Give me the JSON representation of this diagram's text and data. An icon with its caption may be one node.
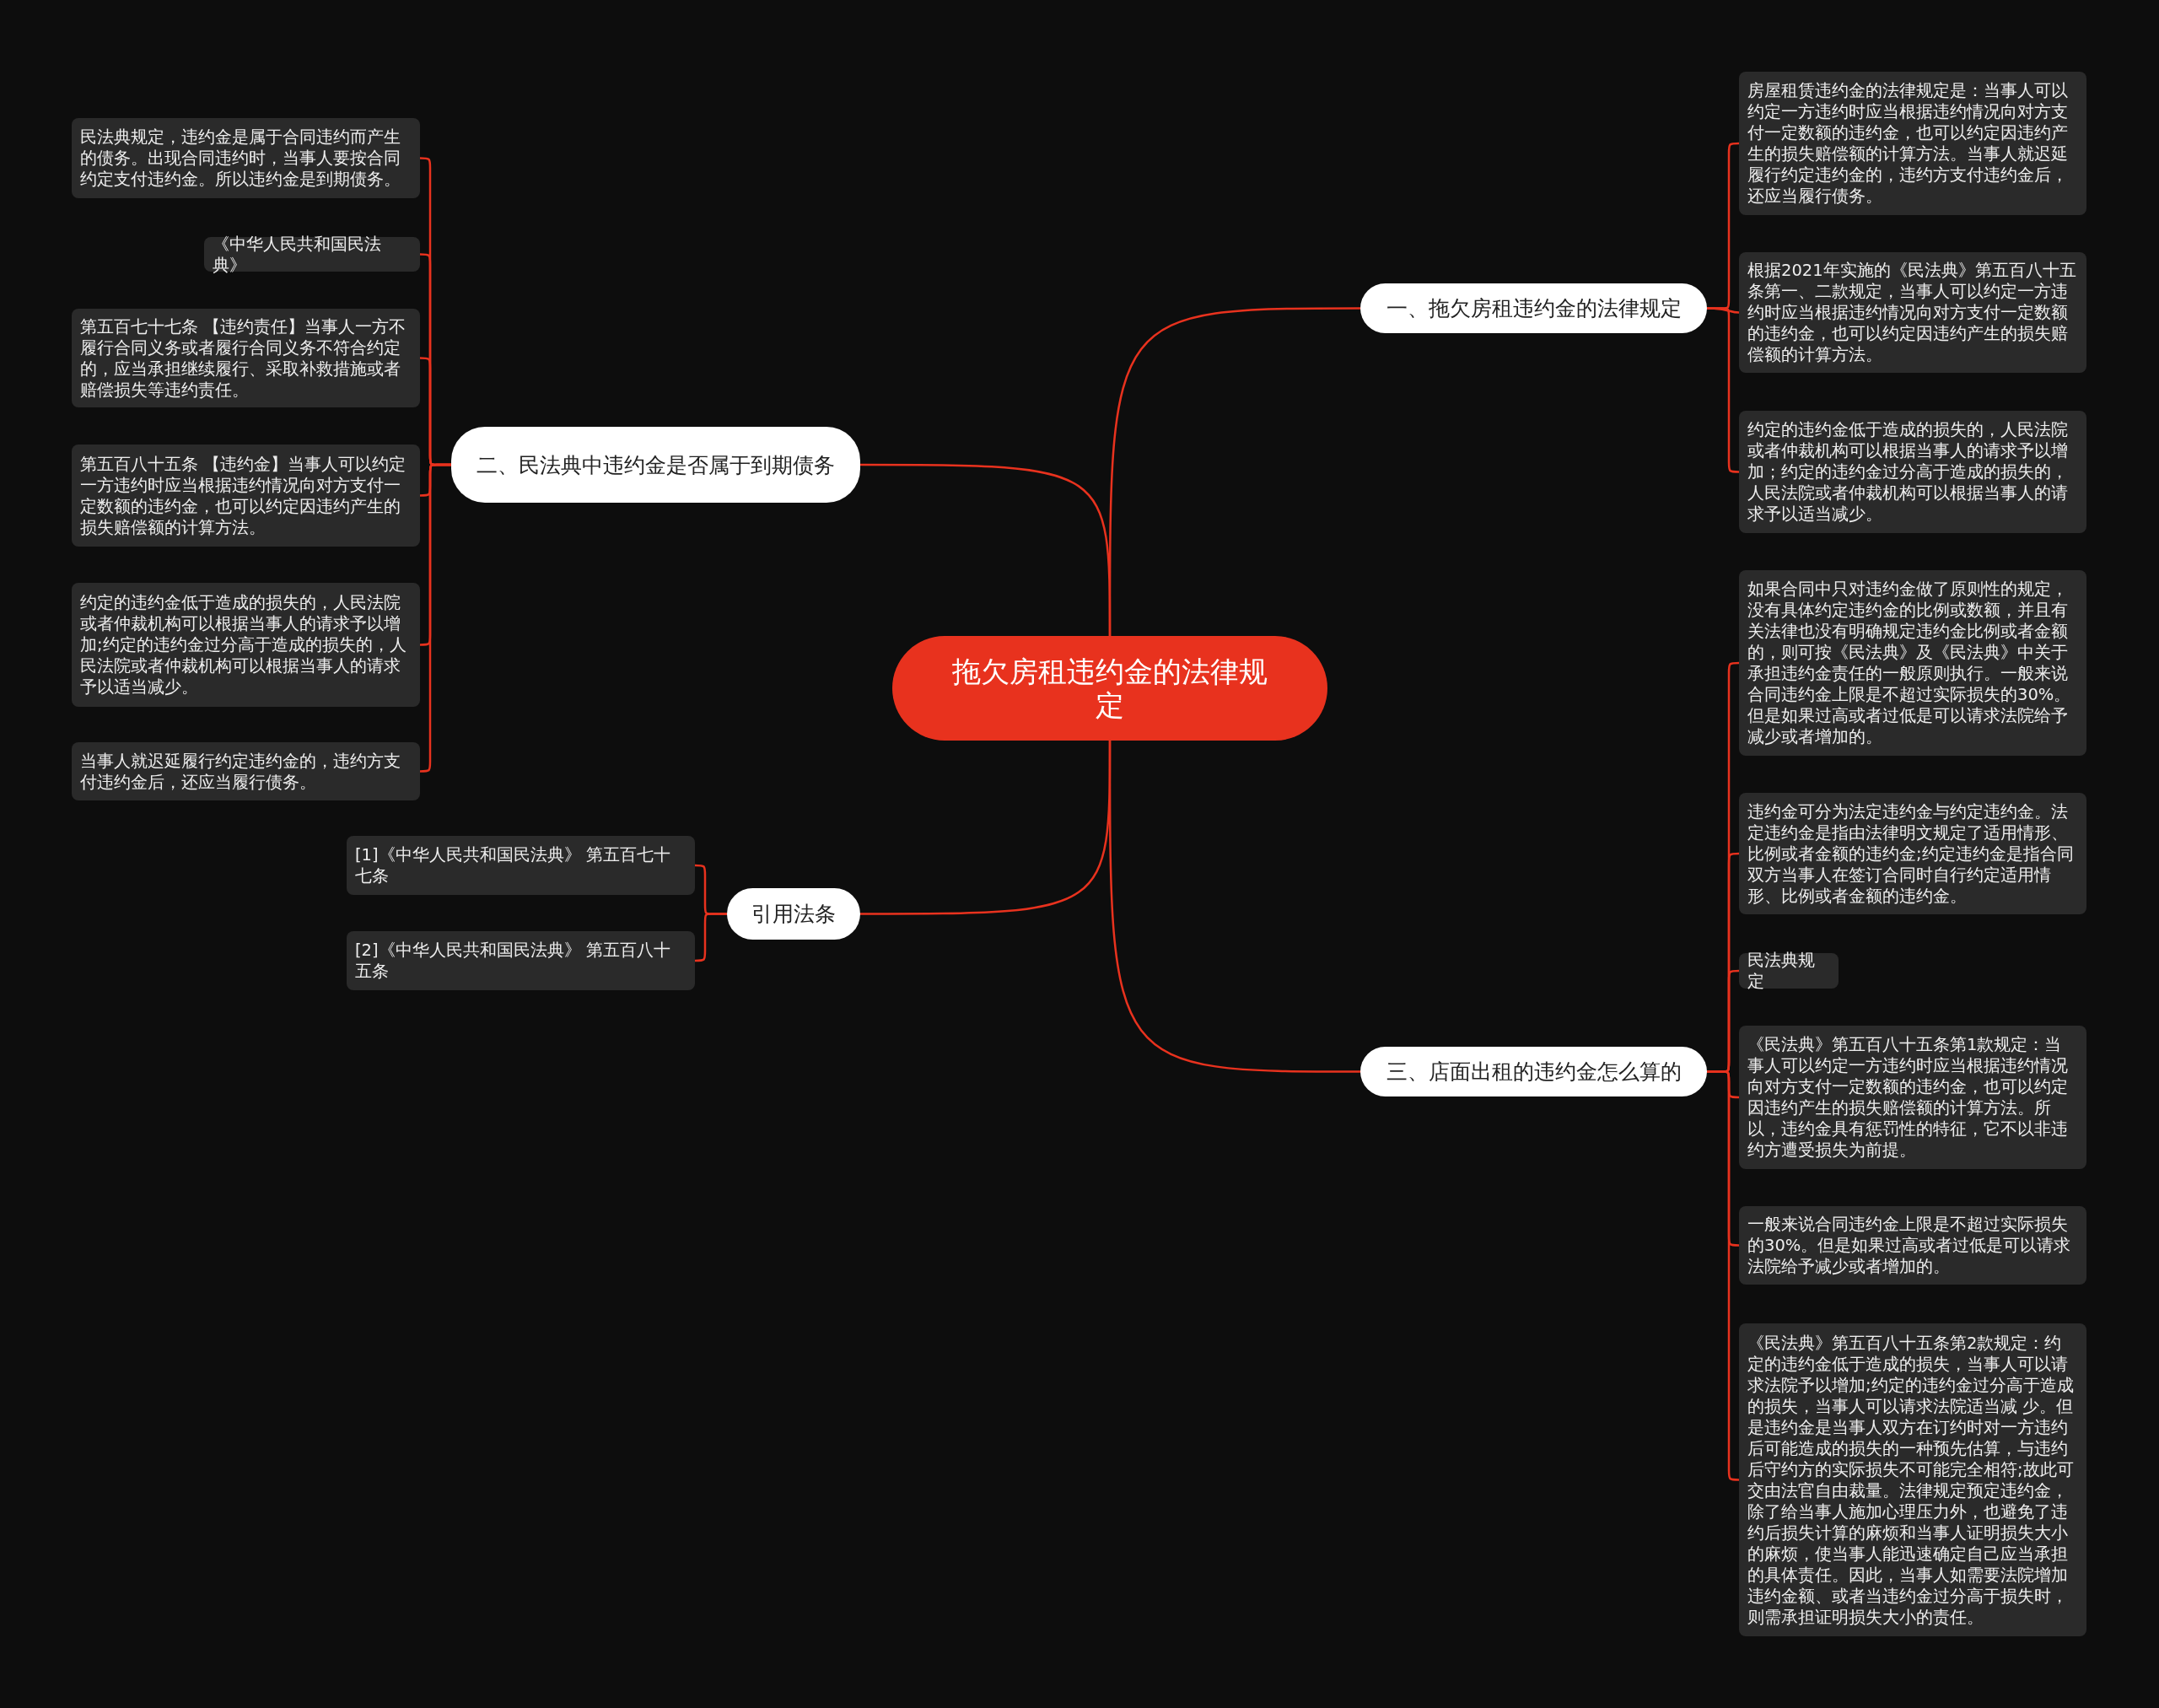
{
  "diagram": {
    "nodes": [
      {
        "text": [
          "拖欠房租违约金的法律规定"
        ]
      },
      {
        "text": [
          "一、拖欠房租违约金的法律规定"
        ]
      },
      {
        "text": [
          "房屋租赁违约金的法律规定是：当事人可以约定一方违约时应当根据违约情况向对方支付一定数额的违约金，也可以约定因违约产生的损失赔偿额的计算方法。当事人就迟延履行约定违约金的，违约方支付违约金后，还应当履行债务。"
        ]
      },
      {
        "text": [
          "根据2021年实施的《民法典》第五百八十五条第一、二款规定，当事人可以约定一方违约时应当根据违约情况向对方支付一定数额的违约金，也可以约定因违约产生的损失赔偿额的计算方法。"
        ]
      },
      {
        "text": [
          "约定的违约金低于造成的损失的，人民法院或者仲裁机构可以根据当事人的请求予以增加；约定的违约金过分高于造成的损失的，人民法院或者仲裁机构可以根据当事人的请求予以适当减少。"
        ]
      },
      {
        "text": [
          "二、民法典中违约金是否属于到期债务"
        ]
      },
      {
        "text": [
          "民法典规定，违约金是属于合同违约而产生的债务。出现合同违约时，当事人要按合同约定支付违约金。所以违约金是到期债务。"
        ]
      },
      {
        "text": [
          "《中华人民共和国民法典》"
        ]
      },
      {
        "text": [
          "第五百七十七条 【违约责任】当事人一方不履行合同义务或者履行合同义务不符合约定的，应当承担继续履行、采取补救措施或者赔偿损失等违约责任。"
        ]
      },
      {
        "text": [
          "第五百八十五条 【违约金】当事人可以约定一方违约时应当根据违约情况向对方支付一定数额的违约金，也可以约定因违约产生的损失赔偿额的计算方法。"
        ]
      },
      {
        "text": [
          "约定的违约金低于造成的损失的，人民法院或者仲裁机构可以根据当事人的请求予以增加;约定的违约金过分高于造成的损失的，人民法院或者仲裁机构可以根据当事人的请求予以适当减少。"
        ]
      },
      {
        "text": [
          "当事人就迟延履行约定违约金的，违约方支付违约金后，还应当履行债务。"
        ]
      },
      {
        "text": [
          "引用法条"
        ]
      },
      {
        "text": [
          "[1]《中华人民共和国民法典》 第五百七十七条"
        ]
      },
      {
        "text": [
          "[2]《中华人民共和国民法典》 第五百八十五条"
        ]
      },
      {
        "text": [
          "三、店面出租的违约金怎么算的"
        ]
      },
      {
        "text": [
          "如果合同中只对违约金做了原则性的规定，没有具体约定违约金的比例或数额，并且有关法律也没有明确规定违约金比例或者金额的，则可按《民法典》及《民法典》中关于承担违约金责任的一般原则执行。一般来说合同违约金上限是不超过实际损失的30%。但是如果过高或者过低是可以请求法院给予减少或者增加的。"
        ]
      },
      {
        "text": [
          "违约金可分为法定违约金与约定违约金。法定违约金是指由法律明文规定了适用情形、比例或者金额的违约金;约定违约金是指合同双方当事人在签订合同时自行约定适用情形、比例或者金额的违约金。"
        ]
      },
      {
        "text": [
          "民法典规定"
        ]
      },
      {
        "text": [
          "《民法典》第五百八十五条第1款规定：当事人可以约定一方违约时应当根据违约情况向对方支付一定数额的违约金，也可以约定因违约产生的损失赔偿额的计算方法。所以，违约金具有惩罚性的特征，它不以非违约方遭受损失为前提。"
        ]
      },
      {
        "text": [
          "一般来说合同违约金上限是不超过实际损失的30%。但是如果过高或者过低是可以请求法院给予减少或者增加的。"
        ]
      },
      {
        "text": [
          "《民法典》第五百八十五条第2款规定：约定的违约金低于造成的损失，当事人可以请求法院予以增加;约定的违约金过分高于造成的损失，当事人可以请求法院适当减 少。但是违约金是当事人双方在订约时对一方违约后可能造成的损失的一种预先估算，与违约后守约方的实际损失不可能完全相符;故此可交由法官自由裁量。法律规定预定违约金，除了给当事人施加心理压力外，也避免了违约后损失计算的麻烦和当事人证明损失大小的麻烦，使当事人能迅速确定自己应当承担的具体责任。因此，当事人如需要法院增加违约金额、或者当违约金过分高于损失时，则需承担证明损失大小的责任。"
        ]
      }
    ],
    "edges": [
      {
        "from": 0,
        "to": 1,
        "arrow": "none"
      },
      {
        "from": 1,
        "to": 2,
        "arrow": "none"
      },
      {
        "from": 1,
        "to": 3,
        "arrow": "none"
      },
      {
        "from": 1,
        "to": 4,
        "arrow": "none"
      },
      {
        "from": 0,
        "to": 5,
        "arrow": "none"
      },
      {
        "from": 5,
        "to": 6,
        "arrow": "none"
      },
      {
        "from": 5,
        "to": 7,
        "arrow": "none"
      },
      {
        "from": 5,
        "to": 8,
        "arrow": "none"
      },
      {
        "from": 5,
        "to": 9,
        "arrow": "none"
      },
      {
        "from": 5,
        "to": 10,
        "arrow": "none"
      },
      {
        "from": 5,
        "to": 11,
        "arrow": "none"
      },
      {
        "from": 0,
        "to": 12,
        "arrow": "none"
      },
      {
        "from": 12,
        "to": 13,
        "arrow": "none"
      },
      {
        "from": 12,
        "to": 14,
        "arrow": "none"
      },
      {
        "from": 0,
        "to": 15,
        "arrow": "none"
      },
      {
        "from": 15,
        "to": 16,
        "arrow": "none"
      },
      {
        "from": 15,
        "to": 17,
        "arrow": "none"
      },
      {
        "from": 15,
        "to": 18,
        "arrow": "none"
      },
      {
        "from": 15,
        "to": 19,
        "arrow": "none"
      },
      {
        "from": 15,
        "to": 20,
        "arrow": "none"
      },
      {
        "from": 15,
        "to": 21,
        "arrow": "none"
      }
    ]
  }
}
